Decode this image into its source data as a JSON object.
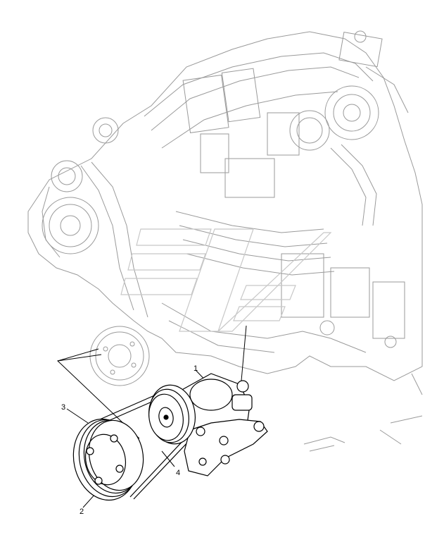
{
  "diagram": {
    "callouts": [
      {
        "id": "1",
        "label": "1"
      },
      {
        "id": "2",
        "label": "2"
      },
      {
        "id": "3",
        "label": "3"
      },
      {
        "id": "4",
        "label": "4"
      }
    ],
    "colors": {
      "line": "#000000",
      "engine_line": "#9a9a9a",
      "watermark": "#c8c8c8"
    }
  }
}
